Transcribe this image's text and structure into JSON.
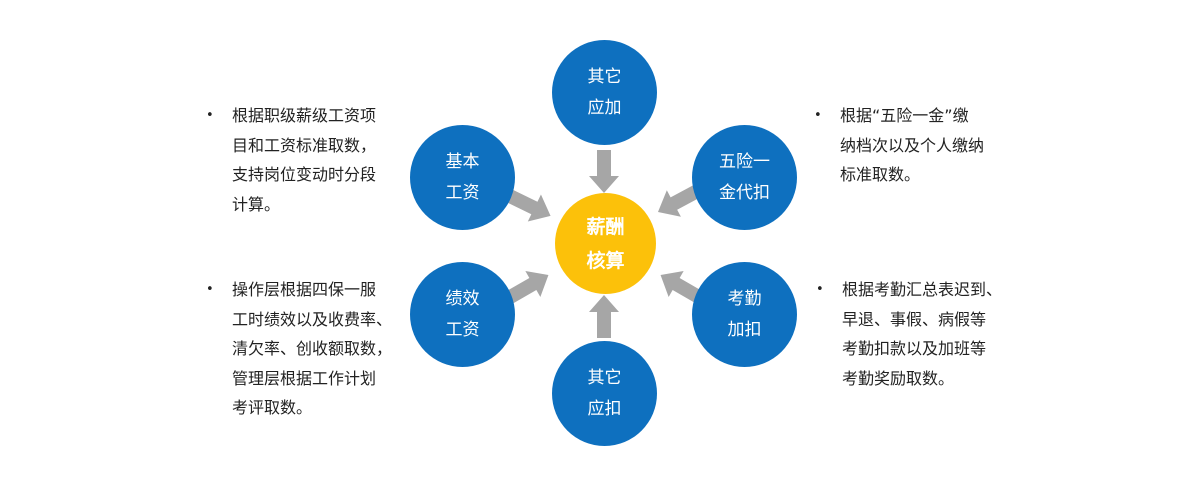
{
  "center": {
    "lines": [
      "薪酬",
      "核算"
    ]
  },
  "nodes": {
    "top": {
      "lines": [
        "其它",
        "应加"
      ]
    },
    "upper_left": {
      "lines": [
        "基本",
        "工资"
      ]
    },
    "upper_right": {
      "lines": [
        "五险一",
        "金代扣"
      ]
    },
    "lower_left": {
      "lines": [
        "绩效",
        "工资"
      ]
    },
    "lower_right": {
      "lines": [
        "考勤",
        "加扣"
      ]
    },
    "bottom": {
      "lines": [
        "其它",
        "应扣"
      ]
    }
  },
  "notes": {
    "upper_left": {
      "bullet": "•",
      "lines": [
        "根据职级薪级工资项",
        "目和工资标准取数，",
        "支持岗位变动时分段",
        "计算。"
      ]
    },
    "lower_left": {
      "bullet": "•",
      "lines": [
        "操作层根据四保一服",
        "工时绩效以及收费率、",
        "清欠率、创收额取数，",
        "管理层根据工作计划",
        "考评取数。"
      ]
    },
    "upper_right": {
      "bullet": "•",
      "lines": [
        "根据“五险一金”缴",
        "纳档次以及个人缴纳",
        "标准取数。"
      ]
    },
    "lower_right": {
      "bullet": "•",
      "lines": [
        "根据考勤汇总表迟到、",
        "早退、事假、病假等",
        "考勤扣款以及加班等",
        "考勤奖励取数。"
      ]
    }
  },
  "colors": {
    "node": "#0e70bf",
    "center": "#fcc10a",
    "arrow": "#a6a6a6",
    "text": "#222222"
  }
}
